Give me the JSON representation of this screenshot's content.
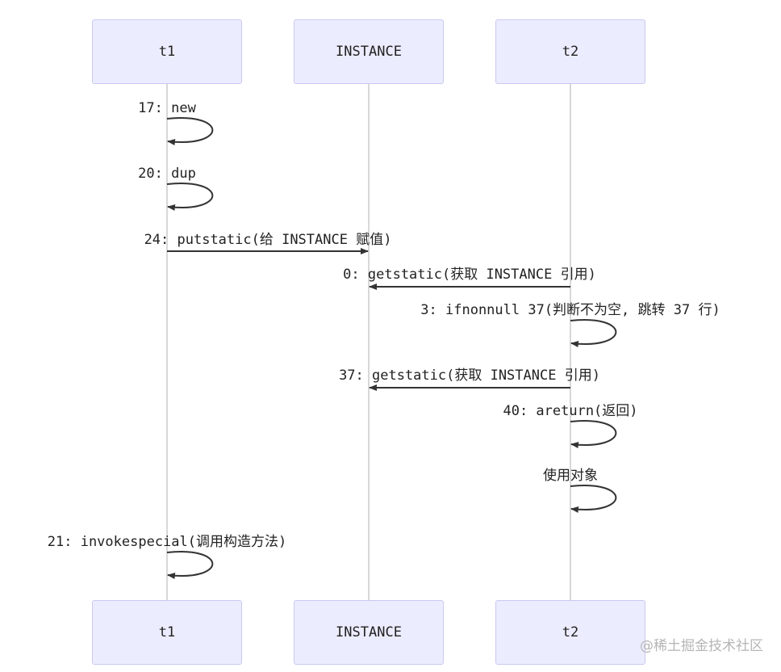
{
  "actors": [
    "t1",
    "INSTANCE",
    "t2"
  ],
  "messages": [
    {
      "from": "t1",
      "to": "t1",
      "text": "17: new"
    },
    {
      "from": "t1",
      "to": "t1",
      "text": "20: dup"
    },
    {
      "from": "t1",
      "to": "INSTANCE",
      "text": "24: putstatic(给 INSTANCE 赋值)"
    },
    {
      "from": "t2",
      "to": "INSTANCE",
      "text": "0: getstatic(获取 INSTANCE 引用)"
    },
    {
      "from": "t2",
      "to": "t2",
      "text": "3: ifnonnull 37(判断不为空, 跳转 37 行)"
    },
    {
      "from": "t2",
      "to": "INSTANCE",
      "text": "37: getstatic(获取 INSTANCE 引用)"
    },
    {
      "from": "t2",
      "to": "t2",
      "text": "40: areturn(返回)"
    },
    {
      "from": "t2",
      "to": "t2",
      "text": "使用对象"
    },
    {
      "from": "t1",
      "to": "t1",
      "text": "21: invokespecial(调用构造方法)"
    }
  ],
  "watermark": "@稀土掘金技术社区"
}
